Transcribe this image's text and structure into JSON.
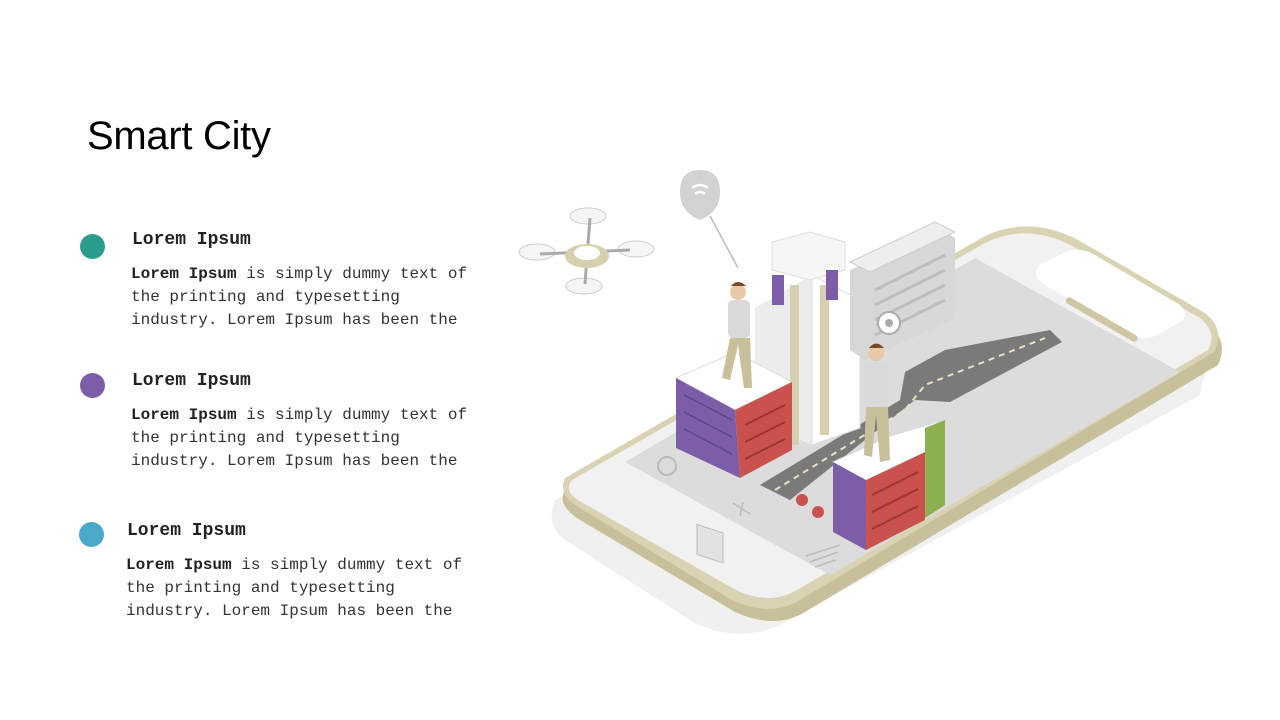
{
  "slide": {
    "title": "Smart City"
  },
  "items": [
    {
      "heading": "Lorem Ipsum",
      "body_bold": "Lorem Ipsum",
      "body_rest": " is simply dummy text of the printing and typesetting industry. Lorem Ipsum has been the",
      "color": "#2a9d8f"
    },
    {
      "heading": "Lorem Ipsum",
      "body_bold": "Lorem Ipsum",
      "body_rest": " is simply dummy text of the printing and typesetting industry. Lorem Ipsum has been the",
      "color": "#7b5ea7"
    },
    {
      "heading": "Lorem Ipsum",
      "body_bold": "Lorem Ipsum",
      "body_rest": " is simply dummy text of the printing and typesetting industry. Lorem Ipsum has been the",
      "color": "#4aa8c8"
    }
  ],
  "colors": {
    "phone_frame": "#cfc7a4",
    "phone_screen": "#f1f1f1",
    "building_purple": "#7b5ea7",
    "building_red": "#c9524e",
    "building_green": "#8cb04f"
  }
}
